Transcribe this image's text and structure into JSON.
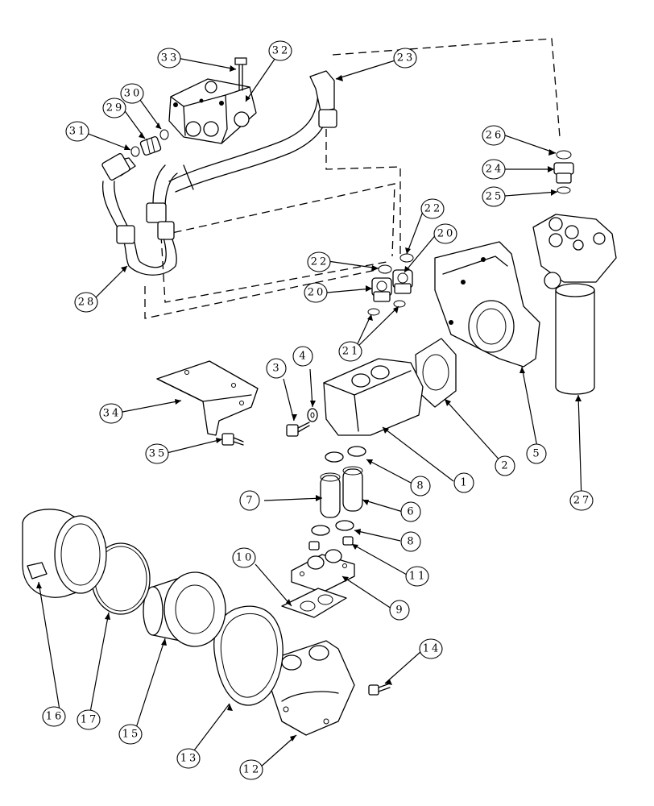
{
  "callouts": [
    {
      "label": "1"
    },
    {
      "label": "2"
    },
    {
      "label": "3"
    },
    {
      "label": "4"
    },
    {
      "label": "5"
    },
    {
      "label": "6"
    },
    {
      "label": "7"
    },
    {
      "label": "8"
    },
    {
      "label": "8"
    },
    {
      "label": "9"
    },
    {
      "label": "10"
    },
    {
      "label": "11"
    },
    {
      "label": "12"
    },
    {
      "label": "13"
    },
    {
      "label": "14"
    },
    {
      "label": "15"
    },
    {
      "label": "16"
    },
    {
      "label": "17"
    },
    {
      "label": "20"
    },
    {
      "label": "20"
    },
    {
      "label": "21"
    },
    {
      "label": "22"
    },
    {
      "label": "22"
    },
    {
      "label": "23"
    },
    {
      "label": "24"
    },
    {
      "label": "25"
    },
    {
      "label": "26"
    },
    {
      "label": "27"
    },
    {
      "label": "28"
    },
    {
      "label": "29"
    },
    {
      "label": "30"
    },
    {
      "label": "31"
    },
    {
      "label": "32"
    },
    {
      "label": "33"
    },
    {
      "label": "34"
    },
    {
      "label": "35"
    }
  ]
}
